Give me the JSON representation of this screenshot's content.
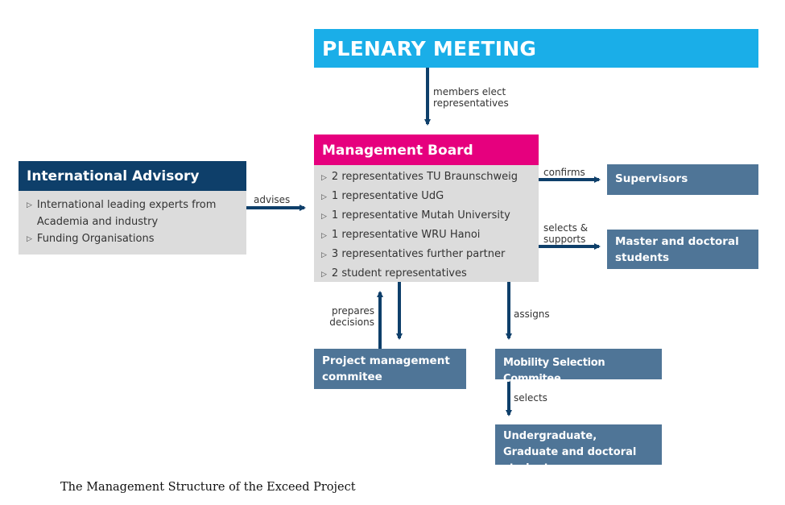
{
  "plenary": {
    "title": "PLENARY MEETING"
  },
  "edges": {
    "members_elect": [
      "members elect",
      "representatives"
    ],
    "advises": "advises",
    "confirms": "confirms",
    "selects_supports": [
      "selects &",
      "supports"
    ],
    "assigns": "assigns",
    "prepares_decisions": [
      "prepares",
      "decisions"
    ],
    "selects": "selects"
  },
  "management_board": {
    "title": "Management Board",
    "items": [
      "2 representatives TU Braunschweig",
      "1 representative UdG",
      "1 representative Mutah University",
      "1 representative WRU Hanoi",
      "3 representatives further partner",
      "2 student representatives"
    ]
  },
  "advisory_board": {
    "title": "International Advisory Board",
    "items": [
      "International leading experts from Academia and industry",
      "Funding Organisations"
    ]
  },
  "supervisors": "Supervisors",
  "master_doctoral": "Master and doctoral students",
  "project_mgmt": "Project management commitee",
  "mobility": "Mobility Selection Commitee",
  "undergrad": "Undergraduate, Graduate and doctoral students",
  "caption": "The Management Structure of the Exceed Project",
  "colors": {
    "plenary": "#1aaee8",
    "management_head": "#e6007e",
    "advisory_head": "#0e3f6a",
    "box": "#4f7597",
    "arrow": "#0e3f6a",
    "panel": "#dcdcdc"
  }
}
